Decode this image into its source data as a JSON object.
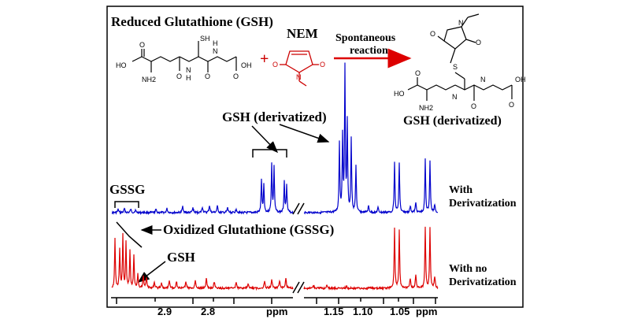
{
  "figure": {
    "title": "Reduced Glutathione (GSH)",
    "nem_label": "NEM",
    "plus_sign": "+",
    "reaction_label_line1": "Spontaneous",
    "reaction_label_line2": "reaction",
    "product_label": "GSH (derivatized)",
    "derivatized_peak_label": "GSH (derivatized)",
    "gssg_label": "GSSG",
    "oxidized_label": "Oxidized Glutathione (GSSG)",
    "gsh_label": "GSH",
    "trace_top_label_line1": "With",
    "trace_top_label_line2": "Derivatization",
    "trace_bottom_label_line1": "With no",
    "trace_bottom_label_line2": "Derivatization",
    "colors": {
      "top_trace": "#0000cc",
      "bottom_trace": "#dd0000",
      "arrow": "#dd0000"
    }
  },
  "chem_atoms": {
    "ho": "HO",
    "nh2": "NH2",
    "sh": "SH",
    "nh": "N",
    "h": "H",
    "o": "O",
    "oh": "OH",
    "n": "N",
    "s": "S"
  },
  "chart_data": {
    "type": "line",
    "xlabel": "ppm",
    "axis_segments": [
      {
        "ticks": [
          "2.9",
          "2.8"
        ],
        "unit_label": "ppm"
      },
      {
        "ticks": [
          "1.15",
          "1.10",
          "1.05"
        ],
        "unit_label": "ppm"
      }
    ],
    "series": [
      {
        "name": "With Derivatization"
      },
      {
        "name": "With no Derivatization"
      }
    ]
  }
}
